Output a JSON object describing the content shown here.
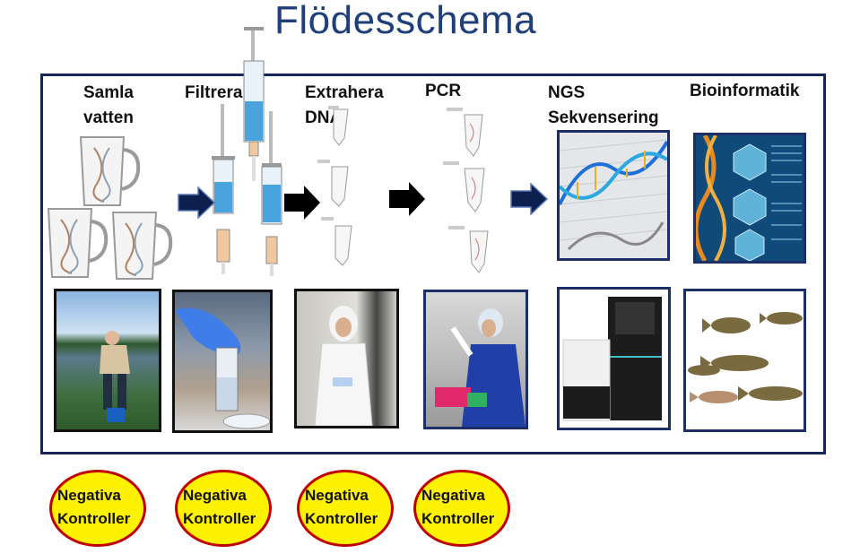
{
  "title": "Flödesschema",
  "steps": [
    {
      "line1": "Samla",
      "line2": "vatten"
    },
    {
      "line1": "Filtrera",
      "line2": ""
    },
    {
      "line1": "Extrahera",
      "line2": "DNA"
    },
    {
      "line1": "PCR",
      "line2": ""
    },
    {
      "line1": "NGS",
      "line2": "Sekvensering"
    },
    {
      "line1": "Bioinformatik",
      "line2": ""
    }
  ],
  "controls": [
    {
      "line1": "Negativa",
      "line2": "Kontroller"
    },
    {
      "line1": "Negativa",
      "line2": "Kontroller"
    },
    {
      "line1": "Negativa",
      "line2": "Kontroller"
    },
    {
      "line1": "Negativa",
      "line2": "Kontroller"
    }
  ],
  "colors": {
    "title": "#1f3f7a",
    "frame": "#17255a",
    "arrow": "#0d1f4f",
    "control_fill": "#fff200",
    "control_border": "#c00000"
  }
}
